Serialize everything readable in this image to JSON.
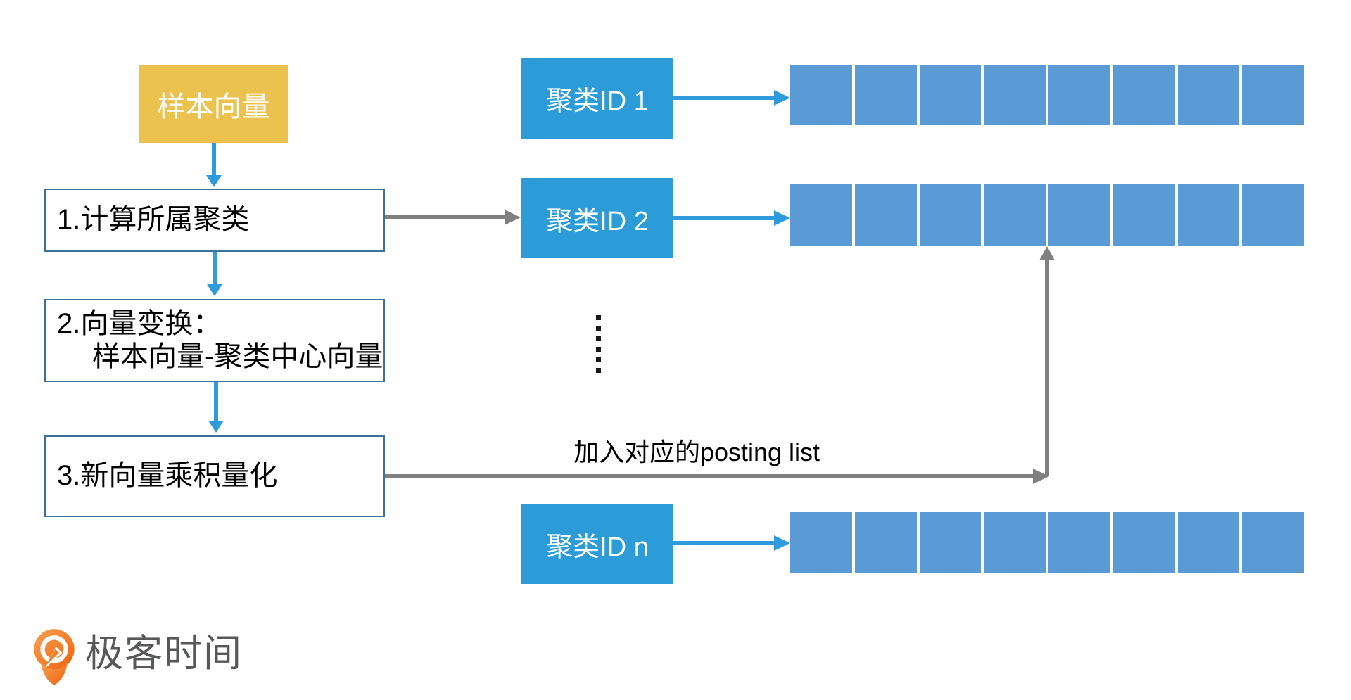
{
  "diagram": {
    "sample_box": {
      "label": "样本向量"
    },
    "steps": {
      "step1": {
        "label": "1.计算所属聚类"
      },
      "step2": {
        "line1": "2.向量变换：",
        "line2": "样本向量-聚类中心向量"
      },
      "step3": {
        "label": "3.新向量乘积量化"
      }
    },
    "clusters": [
      {
        "label": "聚类ID 1"
      },
      {
        "label": "聚类ID 2"
      },
      {
        "label": "聚类ID n"
      }
    ],
    "posting_rows": [
      {
        "cluster": "聚类ID 1",
        "cells": 8
      },
      {
        "cluster": "聚类ID 2",
        "cells": 8
      },
      {
        "cluster": "聚类ID n",
        "cells": 8
      }
    ],
    "ellipsis_dot_count": 6,
    "posting_label": "加入对应的posting list"
  },
  "logo": {
    "text": "极客时间"
  },
  "colors": {
    "gold": "#ECC24E",
    "cluster_blue": "#2B9CD8",
    "cell_blue": "#5B9BD5",
    "arrow_blue": "#2F9BDC",
    "arrow_gray": "#808080",
    "border_blue": "#3F709B",
    "logo_text": "#57585A",
    "logo_orange_light": "#F8A254",
    "logo_orange_dark": "#F1610B"
  }
}
